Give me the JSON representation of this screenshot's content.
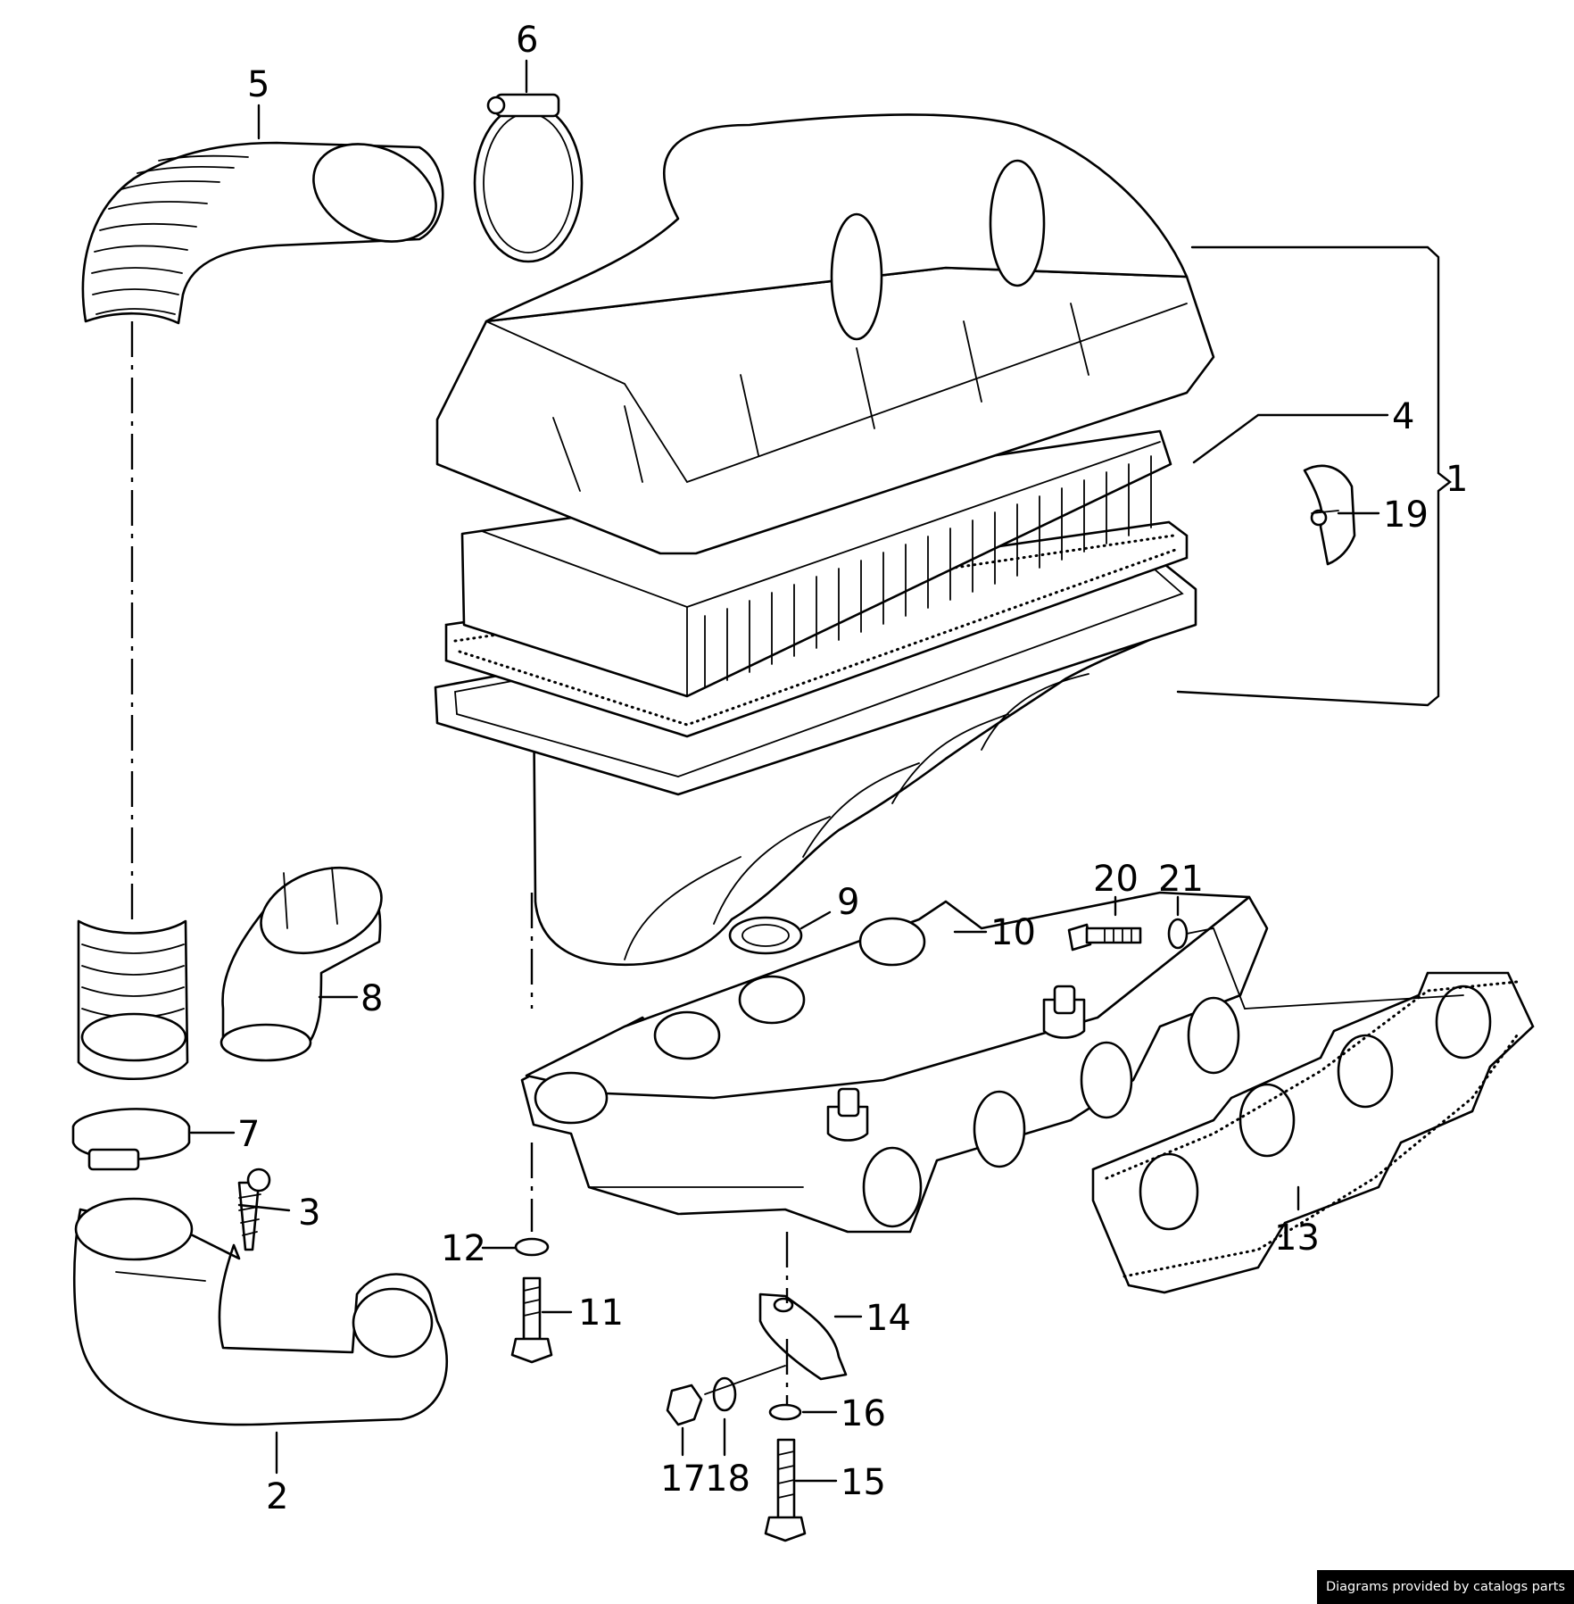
{
  "diagram": {
    "callouts": [
      {
        "id": "1",
        "text": "1"
      },
      {
        "id": "2",
        "text": "2"
      },
      {
        "id": "3",
        "text": "3"
      },
      {
        "id": "4",
        "text": "4"
      },
      {
        "id": "5",
        "text": "5"
      },
      {
        "id": "6",
        "text": "6"
      },
      {
        "id": "7",
        "text": "7"
      },
      {
        "id": "8",
        "text": "8"
      },
      {
        "id": "9",
        "text": "9"
      },
      {
        "id": "10",
        "text": "10"
      },
      {
        "id": "11",
        "text": "11"
      },
      {
        "id": "12",
        "text": "12"
      },
      {
        "id": "13",
        "text": "13"
      },
      {
        "id": "14",
        "text": "14"
      },
      {
        "id": "15",
        "text": "15"
      },
      {
        "id": "16",
        "text": "16"
      },
      {
        "id": "17",
        "text": "17"
      },
      {
        "id": "18",
        "text": "18"
      },
      {
        "id": "19",
        "text": "19"
      },
      {
        "id": "20",
        "text": "20"
      },
      {
        "id": "21",
        "text": "21"
      }
    ]
  },
  "footer": {
    "credit": "Diagrams provided by catalogs parts"
  }
}
